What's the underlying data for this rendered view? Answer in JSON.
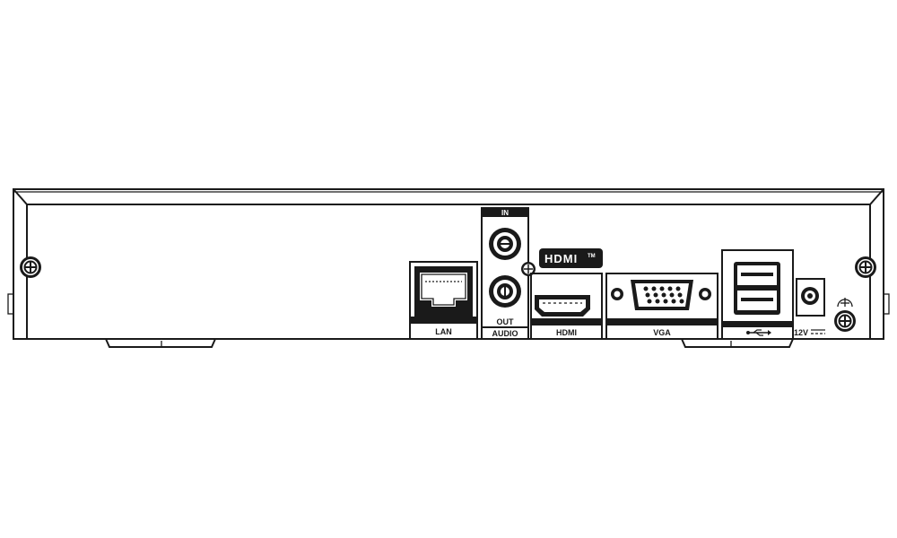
{
  "device": "rear-panel",
  "colors": {
    "line": "#1a1a1a",
    "background": "#ffffff"
  },
  "ports": {
    "lan": {
      "label": "LAN",
      "icon": "rj45-port-icon"
    },
    "audio": {
      "label": "AUDIO",
      "in_label": "IN",
      "out_label": "OUT",
      "icon": "audio-jack-icon"
    },
    "hdmi": {
      "label": "HDMI",
      "logo_text": "HDMI",
      "logo_tm": "TM",
      "icon": "hdmi-port-icon"
    },
    "vga": {
      "label": "VGA",
      "icon": "vga-port-icon"
    },
    "usb": {
      "label_icon": "usb-symbol-icon",
      "icon": "usb-port-icon"
    },
    "power": {
      "label": "12V",
      "dc_symbol": "⎓",
      "icon": "dc-jack-icon"
    },
    "ground": {
      "icon": "ground-symbol-icon"
    }
  }
}
